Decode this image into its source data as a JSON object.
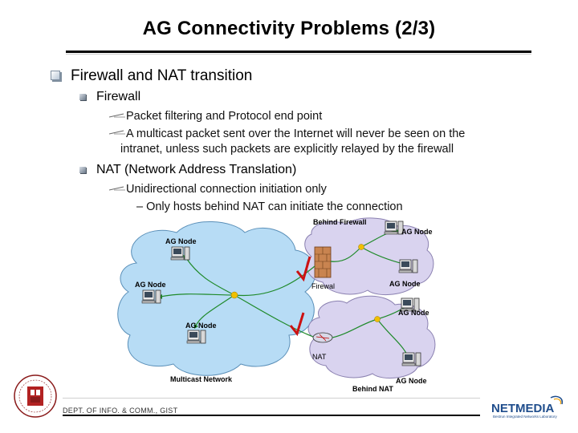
{
  "slide": {
    "title": "AG Connectivity Problems (2/3)",
    "l1": "Firewall and NAT transition",
    "sections": [
      {
        "heading": "Firewall",
        "points": [
          "Packet filtering and Protocol end point",
          "A multicast packet sent over the Internet will never be seen on the",
          "intranet, unless such packets are explicitly relayed by the firewall"
        ]
      },
      {
        "heading": "NAT (Network Address Translation)",
        "points": [
          "Unidirectional connection initiation only",
          "– Only hosts behind NAT can initiate the connection"
        ]
      }
    ]
  },
  "diagram": {
    "labels": {
      "behind_firewall": "Behind Firewall",
      "ag_node_fw": "AG Node",
      "ag_node_top": "AG Node",
      "ag_node_left": "AG Node",
      "firewall": "Firewal",
      "ag_node_right": "AG Node",
      "ag_node_nat1": "AG Node",
      "ag_node_mid": "AG Node",
      "nat": "NAT",
      "multicast_network": "Multicast Network",
      "ag_node_nat2": "AG Node",
      "behind_nat": "Behind NAT"
    },
    "colors": {
      "cloud_blue": "#b7dcf5",
      "cloud_lavender": "#d9d3ef",
      "link_green": "#1f8a2a",
      "check_red": "#cc1111"
    }
  },
  "footer": {
    "dept_text": "DEPT. OF INFO. & COMM., GIST",
    "logo_text": "NETMEDIA",
    "logo_sub": "Bestrun Integrated Networks Laboratory"
  }
}
